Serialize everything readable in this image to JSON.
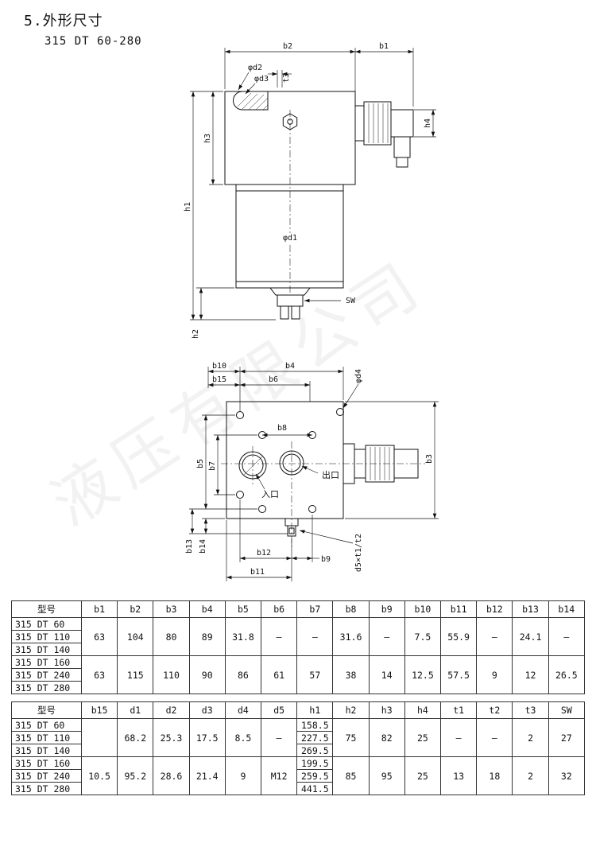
{
  "page": {
    "heading": "5.外形尺寸",
    "model_range": "315 DT 60-280",
    "watermark": "液压有限公司"
  },
  "drawing1": {
    "b2": "b2",
    "b1": "b1",
    "phi_d2": "φd2",
    "phi_d3": "φd3",
    "t3": "t3",
    "h4": "h4",
    "h3": "h3",
    "h1": "h1",
    "phi_d1": "φd1",
    "sw": "SW",
    "h2": "h2"
  },
  "drawing2": {
    "b10": "b10",
    "b4": "b4",
    "b15": "b15",
    "b6": "b6",
    "phi_d4": "φd4",
    "b8": "b8",
    "b5": "b5",
    "b7": "b7",
    "inlet": "入口",
    "outlet": "出口",
    "b3": "b3",
    "b13": "b13",
    "b14": "b14",
    "b12": "b12",
    "b9": "b9",
    "b11": "b11",
    "d5_t1_t2": "d5×t1/t2"
  },
  "table1": {
    "headers": [
      "型号",
      "b1",
      "b2",
      "b3",
      "b4",
      "b5",
      "b6",
      "b7",
      "b8",
      "b9",
      "b10",
      "b11",
      "b12",
      "b13",
      "b14"
    ],
    "models": [
      "315 DT 60",
      "315 DT 110",
      "315 DT 140",
      "315 DT 160",
      "315 DT 240",
      "315 DT 280"
    ],
    "group1": [
      "63",
      "104",
      "80",
      "89",
      "31.8",
      "—",
      "—",
      "31.6",
      "—",
      "7.5",
      "55.9",
      "—",
      "24.1",
      "—"
    ],
    "group2": [
      "63",
      "115",
      "110",
      "90",
      "86",
      "61",
      "57",
      "38",
      "14",
      "12.5",
      "57.5",
      "9",
      "12",
      "26.5"
    ]
  },
  "table2": {
    "headers": [
      "型号",
      "b15",
      "d1",
      "d2",
      "d3",
      "d4",
      "d5",
      "h1",
      "h2",
      "h3",
      "h4",
      "t1",
      "t2",
      "t3",
      "SW"
    ],
    "models": [
      "315 DT 60",
      "315 DT 110",
      "315 DT 140",
      "315 DT 160",
      "315 DT 240",
      "315 DT 280"
    ],
    "group1_left": [
      "",
      "68.2",
      "25.3",
      "17.5",
      "8.5",
      "—"
    ],
    "group1_h1": [
      "158.5",
      "227.5",
      "269.5"
    ],
    "group1_right": [
      "75",
      "82",
      "25",
      "—",
      "—",
      "2",
      "27"
    ],
    "group2_left": [
      "10.5",
      "95.2",
      "28.6",
      "21.4",
      "9",
      "M12"
    ],
    "group2_h1": [
      "199.5",
      "259.5",
      "441.5"
    ],
    "group2_right": [
      "85",
      "95",
      "25",
      "13",
      "18",
      "2",
      "32"
    ]
  }
}
